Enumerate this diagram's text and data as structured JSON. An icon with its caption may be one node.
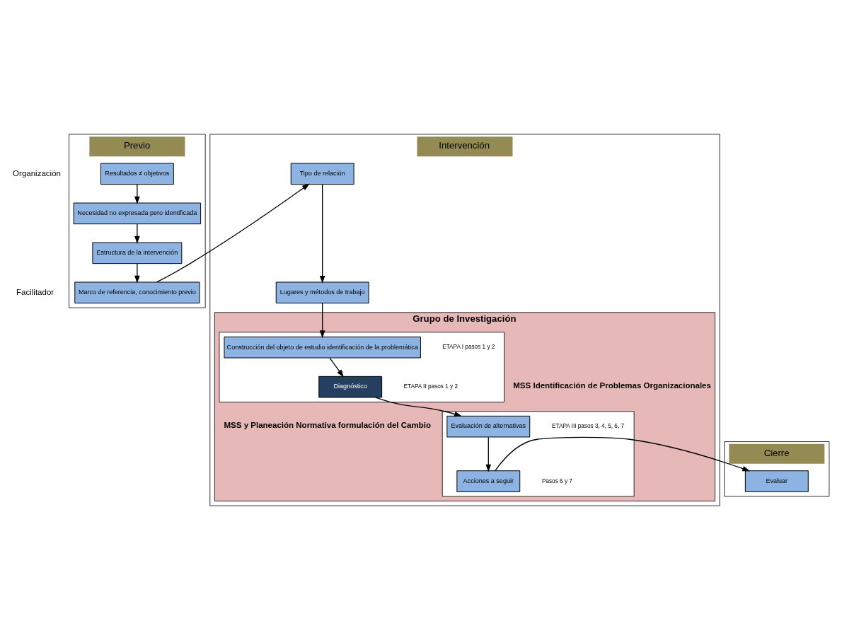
{
  "diagram": {
    "nodes": [
      {
        "text": [
          "Previo"
        ]
      },
      {
        "text": [
          "Intervención"
        ]
      },
      {
        "text": [
          "Cierre"
        ]
      },
      {
        "text": [
          "Resultados ≠ objetivos"
        ],
        "in": 0
      },
      {
        "text": [
          "Necesidad no expresada pero identificada"
        ],
        "in": 0
      },
      {
        "text": [
          "Estructura de la intervención"
        ],
        "in": 0
      },
      {
        "text": [
          "Marco de referencia, conocimiento previo"
        ],
        "in": 0
      },
      {
        "text": [
          "Tipo de relación"
        ],
        "in": 1
      },
      {
        "text": [
          "Lugares y métodos de trabajo"
        ],
        "in": 1
      },
      {
        "text": [
          "Grupo de Investigación"
        ],
        "in": 1
      },
      {
        "text": [],
        "shape": "box",
        "in": 9
      },
      {
        "text": [
          "Construcción del objeto de estudio identificación de la problemática"
        ],
        "in": 10,
        "beside": [
          "ETAPA I pasos 1 y 2"
        ]
      },
      {
        "text": [
          "Diagnóstico"
        ],
        "in": 10,
        "beside": [
          "ETAPA II pasos 1 y 2"
        ]
      },
      {
        "text": [],
        "shape": "box",
        "in": 9
      },
      {
        "text": [
          "Evaluación de alternativas"
        ],
        "in": 13,
        "beside": [
          "ETAPA III pasos 3, 4, 5, 6, 7"
        ]
      },
      {
        "text": [
          "Acciones a seguir"
        ],
        "in": 13,
        "beside": [
          "Pasos 6 y 7"
        ]
      },
      {
        "text": [
          "Evaluar"
        ],
        "in": 2
      }
    ],
    "edges": [
      {
        "from": 3,
        "to": 4,
        "arrow": "to"
      },
      {
        "from": 4,
        "to": 5,
        "arrow": "to"
      },
      {
        "from": 5,
        "to": 6,
        "arrow": "to"
      },
      {
        "from": 6,
        "to": 7,
        "arrow": "to"
      },
      {
        "from": 7,
        "to": 8,
        "arrow": "to"
      },
      {
        "from": 8,
        "to": 11,
        "arrow": "to"
      },
      {
        "from": 11,
        "to": 12,
        "arrow": "to"
      },
      {
        "from": 12,
        "to": 14,
        "arrow": "to"
      },
      {
        "from": 14,
        "to": 15,
        "arrow": "to"
      },
      {
        "from": 15,
        "to": 16,
        "arrow": "to"
      }
    ],
    "labels": [
      "Organización",
      "MSS Identificación de Problemas Organizacionales",
      "MSS y Planeación Normativa formulación del Cambio",
      "Facilitador"
    ]
  }
}
